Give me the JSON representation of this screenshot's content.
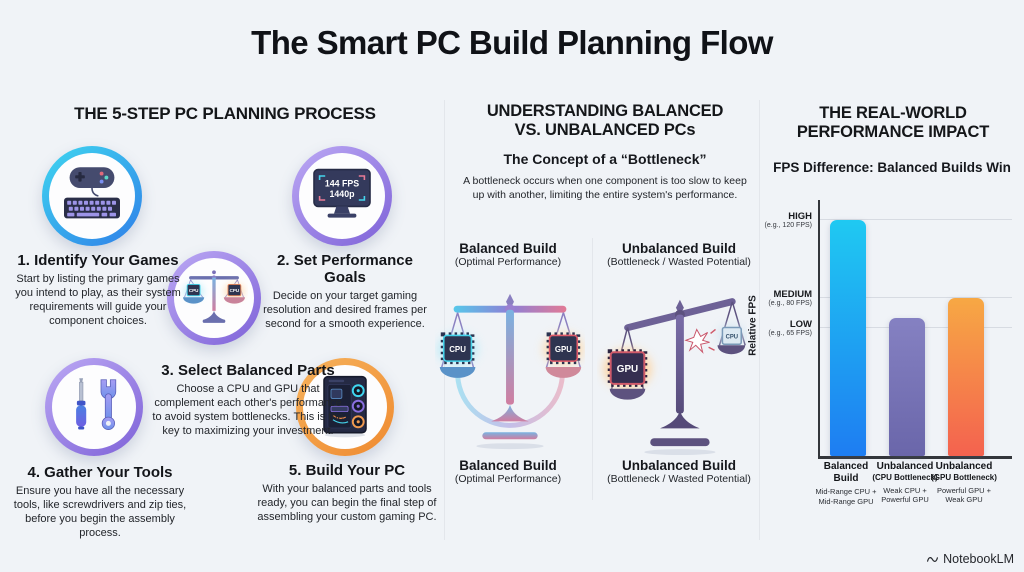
{
  "page": {
    "title": "The Smart PC Build Planning Flow",
    "watermark": "NotebookLM"
  },
  "left": {
    "heading": "THE 5-STEP PC PLANNING PROCESS",
    "steps": [
      {
        "title": "1. Identify Your Games",
        "desc": "Start by listing the primary games you intend to play, as their system requirements will guide your component choices."
      },
      {
        "title": "2. Set Performance Goals",
        "desc": "Decide on your target gaming resolution and desired frames per second for a smooth experience."
      },
      {
        "title": "3. Select Balanced Parts",
        "desc": "Choose a CPU and GPU that complement each other's performance to avoid system bottlenecks. This is the key to maximizing your investment."
      },
      {
        "title": "4. Gather Your Tools",
        "desc": "Ensure you have all the necessary tools, like screwdrivers and zip ties, before you begin the assembly process."
      },
      {
        "title": "5. Build Your PC",
        "desc": "With your balanced parts and tools ready, you can begin the final step of assembling your custom gaming PC."
      }
    ],
    "monitor_screen": {
      "line1": "144 FPS",
      "line2": "1440p"
    },
    "scale_icon_chips": {
      "left": "CPU",
      "right": "CPU"
    }
  },
  "middle": {
    "heading1": "UNDERSTANDING BALANCED",
    "heading2": "VS. UNBALANCED PCs",
    "subheading": "The Concept of a “Bottleneck”",
    "description": "A bottleneck occurs when one component is too slow to keep up with another, limiting the entire system's performance.",
    "balanced": {
      "title": "Balanced Build",
      "subtitle": "(Optimal Performance)"
    },
    "unbalanced": {
      "title": "Unbalanced Build",
      "subtitle": "(Bottleneck / Wasted Potential)"
    },
    "balanced_chips": {
      "left": "CPU",
      "right": "GPU"
    },
    "unbalanced_chips": {
      "left": "GPU",
      "right": "CPU"
    }
  },
  "right": {
    "heading1": "THE REAL-WORLD",
    "heading2": "PERFORMANCE IMPACT",
    "subheading": "FPS Difference: Balanced Builds Win"
  },
  "chart_data": {
    "type": "bar",
    "title": "FPS Difference: Balanced Builds Win",
    "ylabel": "Relative FPS",
    "ylim": [
      0,
      130
    ],
    "grid": true,
    "legend": "none",
    "yticks": [
      {
        "label": "HIGH",
        "sub": "(e.g., 120 FPS)",
        "value": 120
      },
      {
        "label": "MEDIUM",
        "sub": "(e.g., 80 FPS)",
        "value": 80
      },
      {
        "label": "LOW",
        "sub": "(e.g., 65 FPS)",
        "value": 65
      }
    ],
    "categories": [
      {
        "line1": "Balanced",
        "line2": "Build",
        "sub": "Mid-Range CPU + Mid-Range GPU"
      },
      {
        "line1": "Unbalanced",
        "line2": "(CPU Bottleneck)",
        "sub": "Weak CPU + Powerful GPU"
      },
      {
        "line1": "Unbalanced",
        "line2": "(GPU Bottleneck)",
        "sub": "Powerful GPU + Weak GPU"
      }
    ],
    "values": [
      120,
      70,
      80
    ],
    "colors": [
      [
        "#1fc9f2",
        "#1e7df2"
      ],
      [
        "#8581c2",
        "#6a66aa"
      ],
      [
        "#f7a844",
        "#f4624f"
      ]
    ]
  }
}
